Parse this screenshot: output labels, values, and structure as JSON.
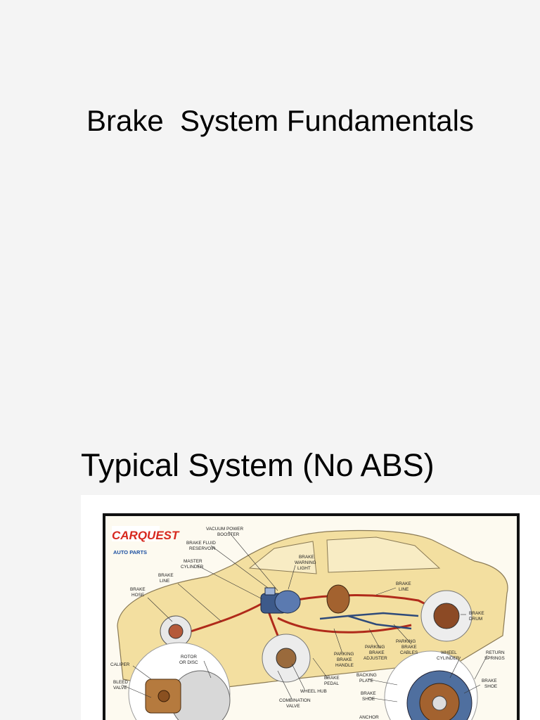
{
  "slide": {
    "title": "Brake  System Fundamentals"
  },
  "section": {
    "title": "Typical System (No ABS)"
  },
  "figure": {
    "logo": {
      "brand": "CARQUEST",
      "tagline": "AUTO PARTS"
    },
    "labels": {
      "vacuum_booster": [
        "VACUUM POWER",
        "BOOSTER"
      ],
      "fluid_reservoir": [
        "BRAKE FLUID",
        "RESERVOIR"
      ],
      "master_cylinder": [
        "MASTER",
        "CYLINDER"
      ],
      "warning_light": [
        "BRAKE",
        "WARNING",
        "LIGHT"
      ],
      "brake_line_front": [
        "BRAKE",
        "LINE"
      ],
      "brake_hose": [
        "BRAKE",
        "HOSE"
      ],
      "brake_line_rear": [
        "BRAKE",
        "LINE"
      ],
      "brake_drum": [
        "BRAKE",
        "DRUM"
      ],
      "parking_cables": [
        "PARKING",
        "BRAKE",
        "CABLES"
      ],
      "parking_adjuster": [
        "PARKING",
        "BRAKE",
        "ADJUSTER"
      ],
      "parking_handle": [
        "PARKING",
        "BRAKE",
        "HANDLE"
      ],
      "rotor": [
        "ROTOR",
        "OR DISC"
      ],
      "caliper": [
        "CALIPER"
      ],
      "bleed_valve": [
        "BLEED",
        "VALVE"
      ],
      "brake_pedal": [
        "BRAKE",
        "PEDAL"
      ],
      "wheel_hub": [
        "WHEEL HUB"
      ],
      "combination_valve": [
        "COMBINATION",
        "VALVE"
      ],
      "wheel_cylinder": [
        "WHEEL",
        "CYLINDER"
      ],
      "return_springs": [
        "RETURN",
        "SPRINGS"
      ],
      "backing_plate": [
        "BACKING",
        "PLATE"
      ],
      "brake_shoe_left": [
        "BRAKE",
        "SHOE"
      ],
      "brake_shoe_right": [
        "BRAKE",
        "SHOE"
      ],
      "anchor": [
        "ANCHOR"
      ]
    },
    "colors": {
      "car_body": "#f3dfa0",
      "car_outline": "#8a7a55",
      "brake_line": "#b02a1a",
      "cable": "#2e4a7a",
      "frame": "#111111",
      "logo_red": "#d7281e",
      "logo_blue": "#1c4fa1"
    }
  }
}
